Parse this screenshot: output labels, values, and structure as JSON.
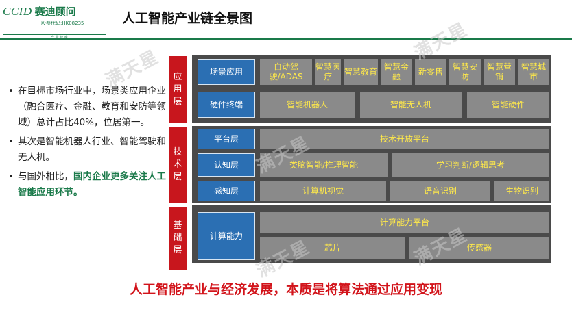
{
  "logo": {
    "en": "CCID",
    "cn": "赛迪顾问",
    "code": "股票代码:HK08235",
    "slogan": "产 业 智 库"
  },
  "title": "人工智能产业链全景图",
  "bullets": [
    {
      "text": "在目标市场行业中，场景类应用企业（融合医疗、金融、教育和安防等领域）总计占比40%，位居第一。"
    },
    {
      "text": "其次是智能机器人行业、智能驾驶和无人机。"
    },
    {
      "prefix": "与国外相比，",
      "highlight": "国内企业更多关注人工智能应用环节。"
    }
  ],
  "layers": {
    "app": "应用层",
    "tech": "技术层",
    "base": "基础层"
  },
  "rows": {
    "scene": {
      "label": "场景应用",
      "items": [
        "自动驾驶/ADAS",
        "智慧医疗",
        "智慧教育",
        "智慧金融",
        "新零售",
        "智慧安防",
        "智慧营销",
        "智慧城市"
      ]
    },
    "hardware": {
      "label": "硬件终端",
      "items": [
        "智能机器人",
        "智能无人机",
        "智能硬件"
      ]
    },
    "platform": {
      "label": "平台层",
      "items": [
        "技术开放平台"
      ]
    },
    "cognition": {
      "label": "认知层",
      "items": [
        "类脑智能/推理智能",
        "学习判断/逻辑思考"
      ]
    },
    "perception": {
      "label": "感知层",
      "items": [
        "计算机视觉",
        "语音识别",
        "生物识别"
      ]
    },
    "compute": {
      "label": "计算能力",
      "platform": "计算能力平台",
      "items": [
        "芯片",
        "传感器"
      ]
    }
  },
  "watermark": "满天星",
  "footer": "人工智能产业与经济发展，本质是将算法通过应用变现",
  "colors": {
    "accent_green": "#1a7a4a",
    "layer_red": "#c8161d",
    "label_blue": "#2b6fb3",
    "cell_gray": "#8a8a8a",
    "cell_text": "#ffe94a"
  }
}
